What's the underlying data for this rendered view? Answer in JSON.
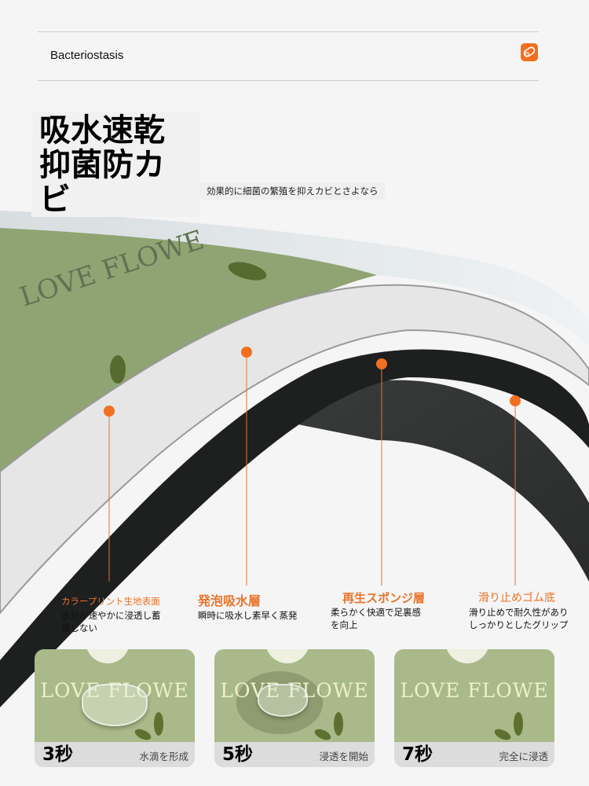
{
  "header": {
    "tag": "Bacteriostasis",
    "icon": "pill-icon"
  },
  "hero": {
    "title_lines": [
      "吸水速乾",
      "抑菌防カ",
      "ビ"
    ],
    "subtitle": "効果的に細菌の繁殖を抑えカビとさよなら"
  },
  "mat_print": "LOVE FLOWE",
  "layers": [
    {
      "heading": "カラープリント生地表面",
      "lines": [
        "水分が速やかに浸透し蓄",
        "積しない"
      ]
    },
    {
      "heading": "発泡吸水層",
      "lines": [
        "瞬時に吸水し素早く蒸発"
      ]
    },
    {
      "heading": "再生スポンジ層",
      "lines": [
        "柔らかく快適で足裏感",
        "を向上"
      ]
    },
    {
      "heading": "滑り止めゴム底",
      "lines": [
        "滑り止めで耐久性があり",
        "しっかりとしたグリップ"
      ]
    }
  ],
  "stages": [
    {
      "time": "3秒",
      "desc": "水滴を形成"
    },
    {
      "time": "5秒",
      "desc": "浸透を開始"
    },
    {
      "time": "7秒",
      "desc": "完全に浸透"
    }
  ],
  "colors": {
    "accent": "#f07020",
    "heading": "#e8732a",
    "mat_green": "#8fa472"
  }
}
